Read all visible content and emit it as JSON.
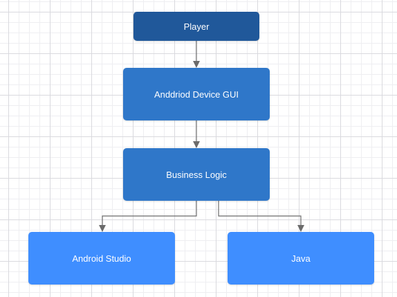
{
  "diagram": {
    "nodes": {
      "player": {
        "label": "Player",
        "color": "#20589a"
      },
      "gui": {
        "label": "Anddriod Device GUI",
        "color": "#2f77c9"
      },
      "logic": {
        "label": "Business Logic",
        "color": "#2f77c9"
      },
      "studio": {
        "label": "Android Studio",
        "color": "#3f8eff"
      },
      "java": {
        "label": "Java",
        "color": "#3f8eff"
      }
    },
    "edges": [
      {
        "from": "Player",
        "to": "Anddriod Device GUI"
      },
      {
        "from": "Anddriod Device GUI",
        "to": "Business Logic"
      },
      {
        "from": "Business Logic",
        "to": "Android Studio"
      },
      {
        "from": "Business Logic",
        "to": "Java"
      }
    ],
    "connector_color": "#6b6b6b"
  }
}
